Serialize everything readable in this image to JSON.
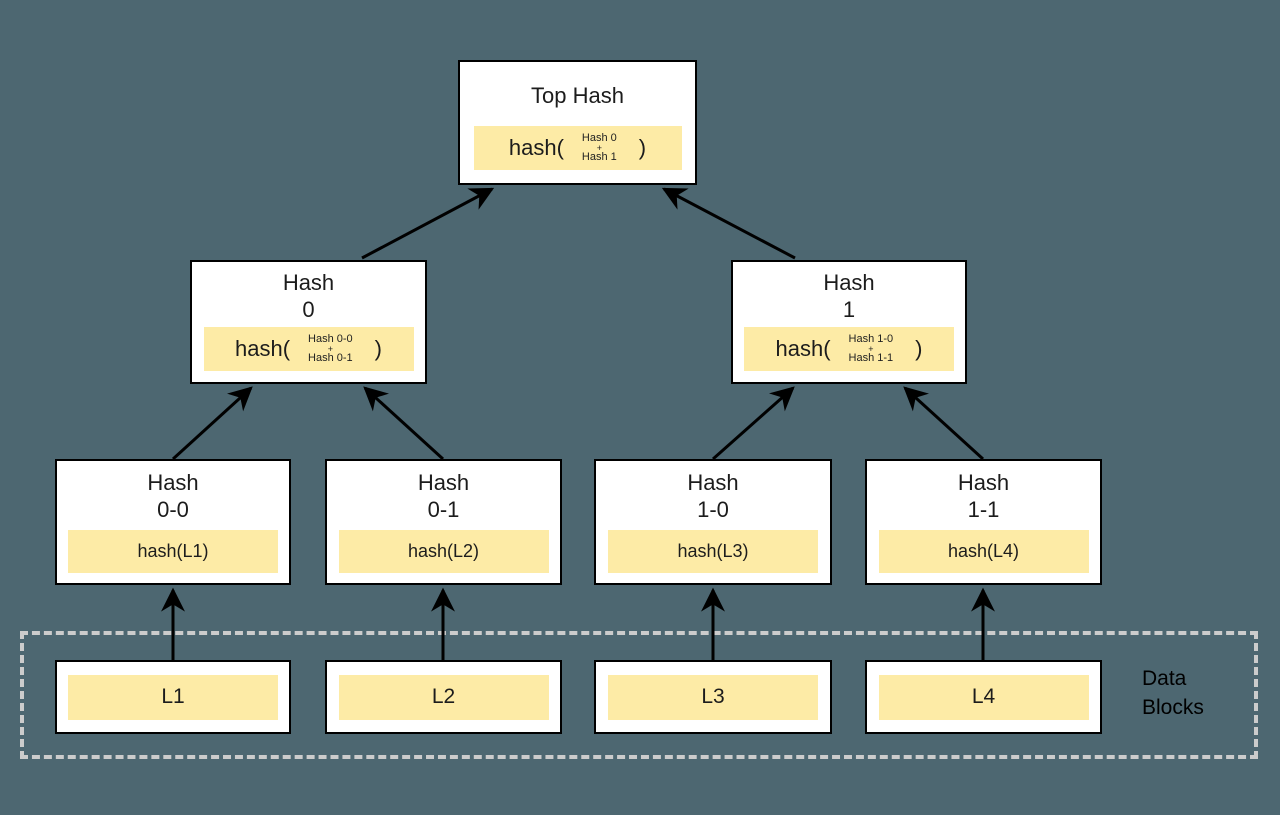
{
  "colors": {
    "background": "#4d6771",
    "node_background": "#ffffff",
    "node_border": "#000000",
    "highlight_yellow": "#fdeba6",
    "arrow_black": "#000000",
    "dashed_border_gray": "#cccccc",
    "text_black": "#1c1c1c"
  },
  "tree": {
    "top_hash": {
      "title": "Top Hash",
      "formula": {
        "prefix": "hash(",
        "arg1": "Hash 0",
        "operator": "+",
        "arg2": "Hash 1",
        "suffix": ")"
      }
    },
    "level_1": [
      {
        "title_line1": "Hash",
        "title_line2": "0",
        "formula": {
          "prefix": "hash(",
          "arg1": "Hash 0-0",
          "operator": "+",
          "arg2": "Hash 0-1",
          "suffix": ")"
        }
      },
      {
        "title_line1": "Hash",
        "title_line2": "1",
        "formula": {
          "prefix": "hash(",
          "arg1": "Hash 1-0",
          "operator": "+",
          "arg2": "Hash 1-1",
          "suffix": ")"
        }
      }
    ],
    "level_2": [
      {
        "title_line1": "Hash",
        "title_line2": "0-0",
        "formula_text": "hash(L1)"
      },
      {
        "title_line1": "Hash",
        "title_line2": "0-1",
        "formula_text": "hash(L2)"
      },
      {
        "title_line1": "Hash",
        "title_line2": "1-0",
        "formula_text": "hash(L3)"
      },
      {
        "title_line1": "Hash",
        "title_line2": "1-1",
        "formula_text": "hash(L4)"
      }
    ],
    "data_blocks": {
      "label_line1": "Data",
      "label_line2": "Blocks",
      "blocks": [
        {
          "label": "L1"
        },
        {
          "label": "L2"
        },
        {
          "label": "L3"
        },
        {
          "label": "L4"
        }
      ]
    }
  }
}
